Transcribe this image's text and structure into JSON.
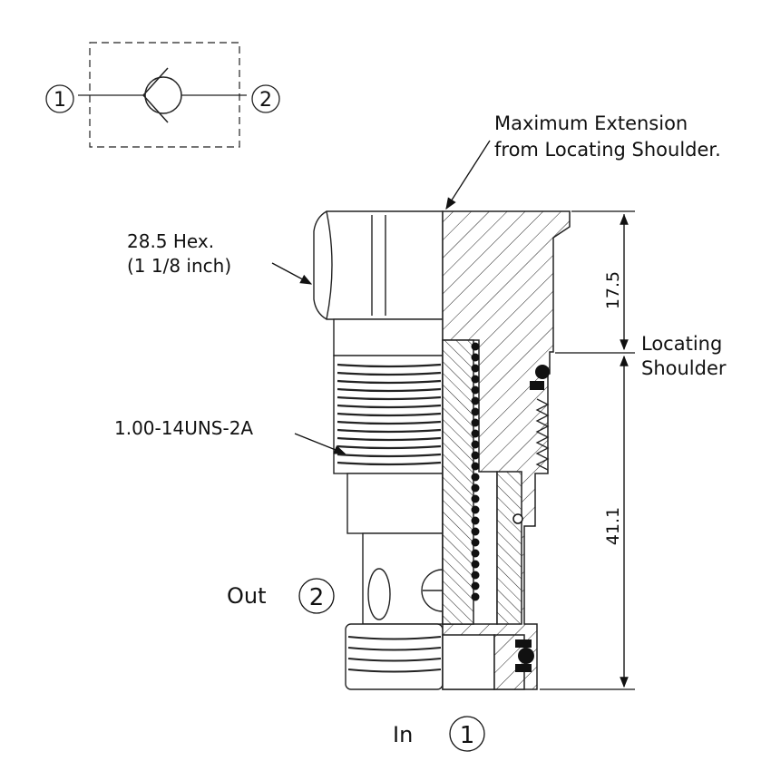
{
  "schematic": {
    "port_left": "1",
    "port_right": "2"
  },
  "labels": {
    "max_extension_line1": "Maximum Extension",
    "max_extension_line2": "from Locating Shoulder.",
    "hex_line1": "28.5 Hex.",
    "hex_line2": "(1 1/8 inch)",
    "thread": "1.00-14UNS-2A",
    "out_text": "Out",
    "out_port": "2",
    "in_text": "In",
    "in_port": "1",
    "locating_line1": "Locating",
    "locating_line2": "Shoulder"
  },
  "dimensions": {
    "upper": "17.5",
    "lower": "41.1"
  }
}
